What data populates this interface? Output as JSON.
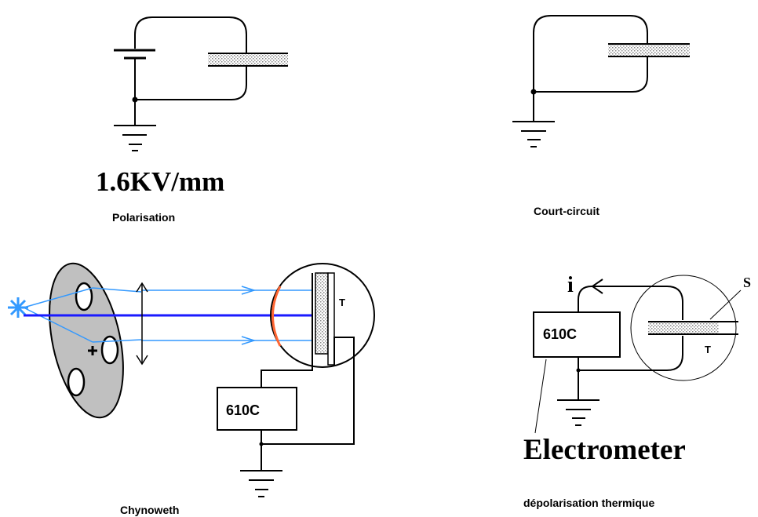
{
  "panels": {
    "polarisation": {
      "field_value": "1.6KV/mm",
      "caption": "Polarisation"
    },
    "court_circuit": {
      "caption": "Court-circuit"
    },
    "chynoweth": {
      "instrument_label": "610C",
      "sample_label": "T",
      "caption": "Chynoweth"
    },
    "depolarisation": {
      "current_label": "i",
      "sample_label": "S",
      "sample_inner_label": "T",
      "instrument_label": "610C",
      "electrometer_label": "Electrometer",
      "caption": "dépolarisation thermique"
    }
  },
  "colors": {
    "light_beam": "#3399ff",
    "central_beam": "#1a1aff",
    "lens_arc": "#ff6633",
    "wheel_fill": "#c0c0c0",
    "sample_hatch": "#999999"
  }
}
